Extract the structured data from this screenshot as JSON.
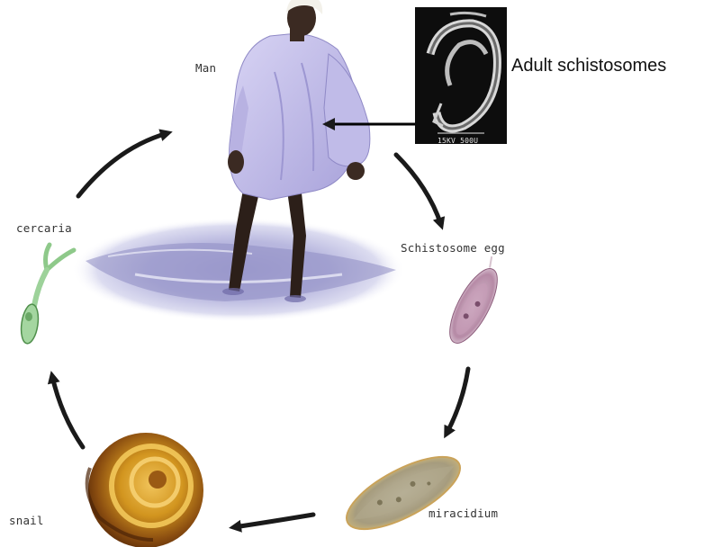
{
  "labels": {
    "man": "Man",
    "adult": "Adult schistosomes",
    "egg": "Schistosome egg",
    "miracidium": "miracidium",
    "snail": "snail",
    "cercaria": "cercaria",
    "micrograph_scale": "15KV 500U"
  },
  "colors": {
    "arrow": "#1a1a1a",
    "water": "#9a9ac8",
    "robe": "#c9c6ec",
    "skin": "#3b2a22",
    "snail_shell": "#c48a1e",
    "cercaria": "#7fbf7a",
    "egg": "#b98aa8",
    "miracidium": "#c9b47a"
  }
}
